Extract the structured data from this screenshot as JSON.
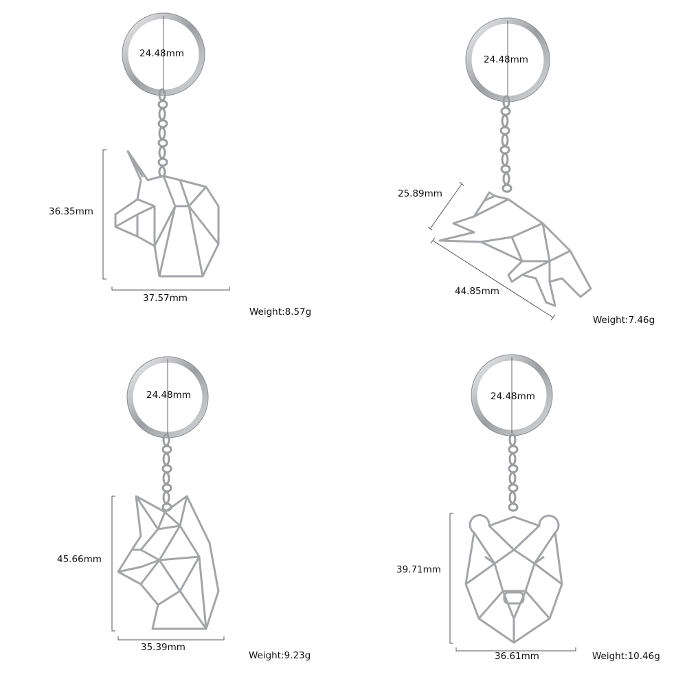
{
  "keychains": [
    {
      "name": "unicorn",
      "ring_diameter": "24.48mm",
      "height": "36.35mm",
      "width": "37.57mm",
      "weight": "Weight:8.57g"
    },
    {
      "name": "fox",
      "ring_diameter": "24.48mm",
      "height": "25.89mm",
      "width": "44.85mm",
      "weight": "Weight:7.46g"
    },
    {
      "name": "wolf",
      "ring_diameter": "24.48mm",
      "height": "45.66mm",
      "width": "35.39mm",
      "weight": "Weight:9.23g"
    },
    {
      "name": "bear",
      "ring_diameter": "24.48mm",
      "height": "39.71mm",
      "width": "36.61mm",
      "weight": "Weight:10.46g"
    }
  ],
  "colors": {
    "background": "#ffffff",
    "metal": "#a9aaad",
    "metal_light": "#e3e4e6",
    "dimension_line": "#555555",
    "text": "#111111"
  }
}
